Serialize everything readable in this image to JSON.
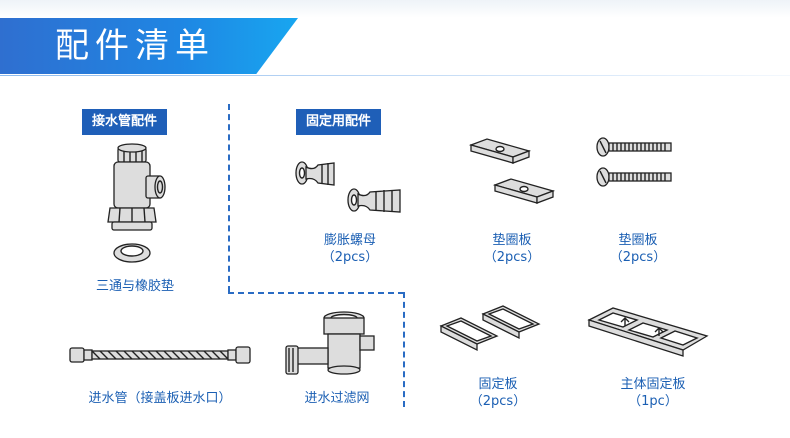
{
  "header": {
    "title": "配件清单"
  },
  "sections": {
    "water": "接水管配件",
    "fixing": "固定用配件"
  },
  "items": {
    "tee": {
      "name": "三通与橡胶垫"
    },
    "hose": {
      "name": "进水管（接盖板进水口）"
    },
    "filter": {
      "name": "进水过滤网"
    },
    "expansion": {
      "name": "膨胀螺母",
      "qty": "（2pcs）"
    },
    "washer_plate": {
      "name": "垫圈板",
      "qty": "（2pcs）"
    },
    "bolt_washer": {
      "name": "垫圈板",
      "qty": "（2pcs）"
    },
    "fix_plate": {
      "name": "固定板",
      "qty": "（2pcs）"
    },
    "main_plate": {
      "name": "主体固定板",
      "qty": "（1pc）"
    }
  },
  "colors": {
    "accent": "#1f5fb8",
    "text": "#1b5fb3"
  }
}
